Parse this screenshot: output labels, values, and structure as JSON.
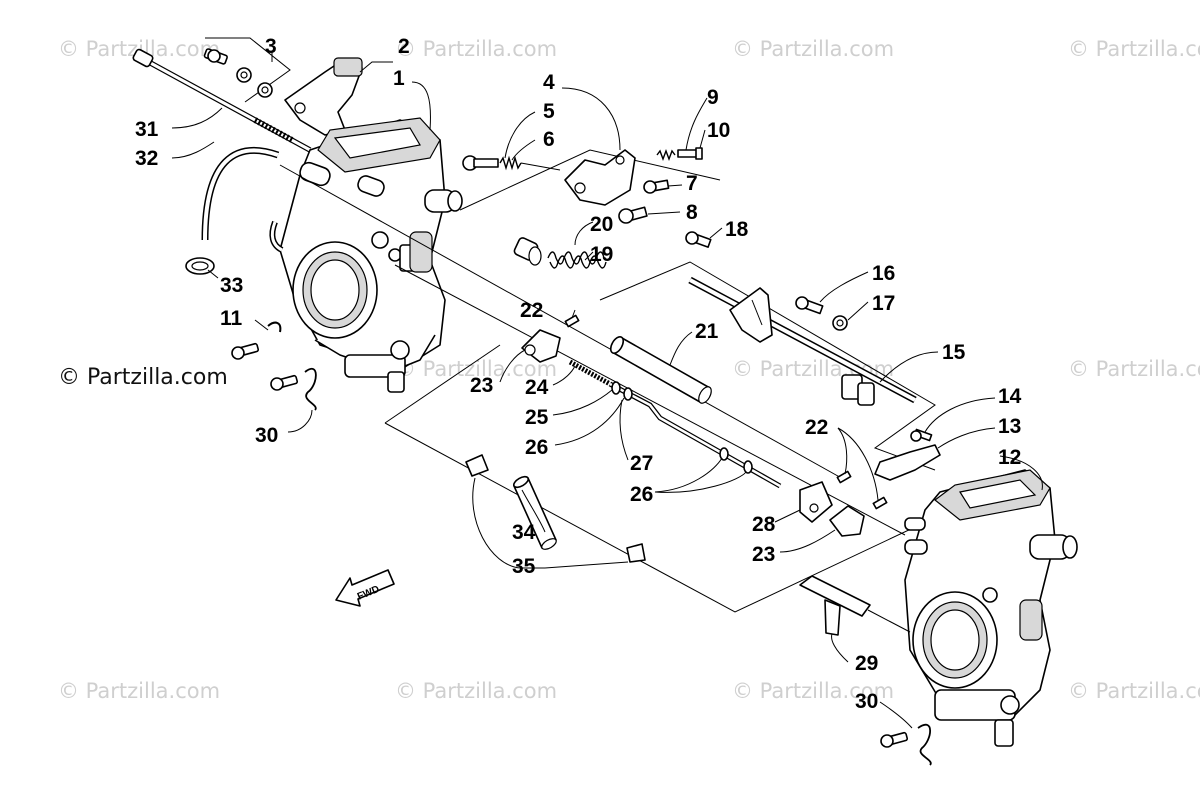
{
  "watermark": {
    "text": "© Partzilla.com",
    "main_text": "© Partzilla.com"
  },
  "fwd_label": "FWD",
  "callouts": {
    "c1": "1",
    "c2": "2",
    "c3": "3",
    "c4": "4",
    "c5": "5",
    "c6": "6",
    "c7": "7",
    "c8": "8",
    "c9": "9",
    "c10": "10",
    "c11": "11",
    "c12": "12",
    "c13": "13",
    "c14": "14",
    "c15": "15",
    "c16": "16",
    "c17": "17",
    "c18": "18",
    "c19": "19",
    "c20": "20",
    "c21": "21",
    "c22a": "22",
    "c22b": "22",
    "c23a": "23",
    "c23b": "23",
    "c24": "24",
    "c25": "25",
    "c26a": "26",
    "c26b": "26",
    "c27": "27",
    "c28": "28",
    "c29": "29",
    "c30a": "30",
    "c30b": "30",
    "c31": "31",
    "c32": "32",
    "c33": "33",
    "c34": "34",
    "c35": "35"
  }
}
